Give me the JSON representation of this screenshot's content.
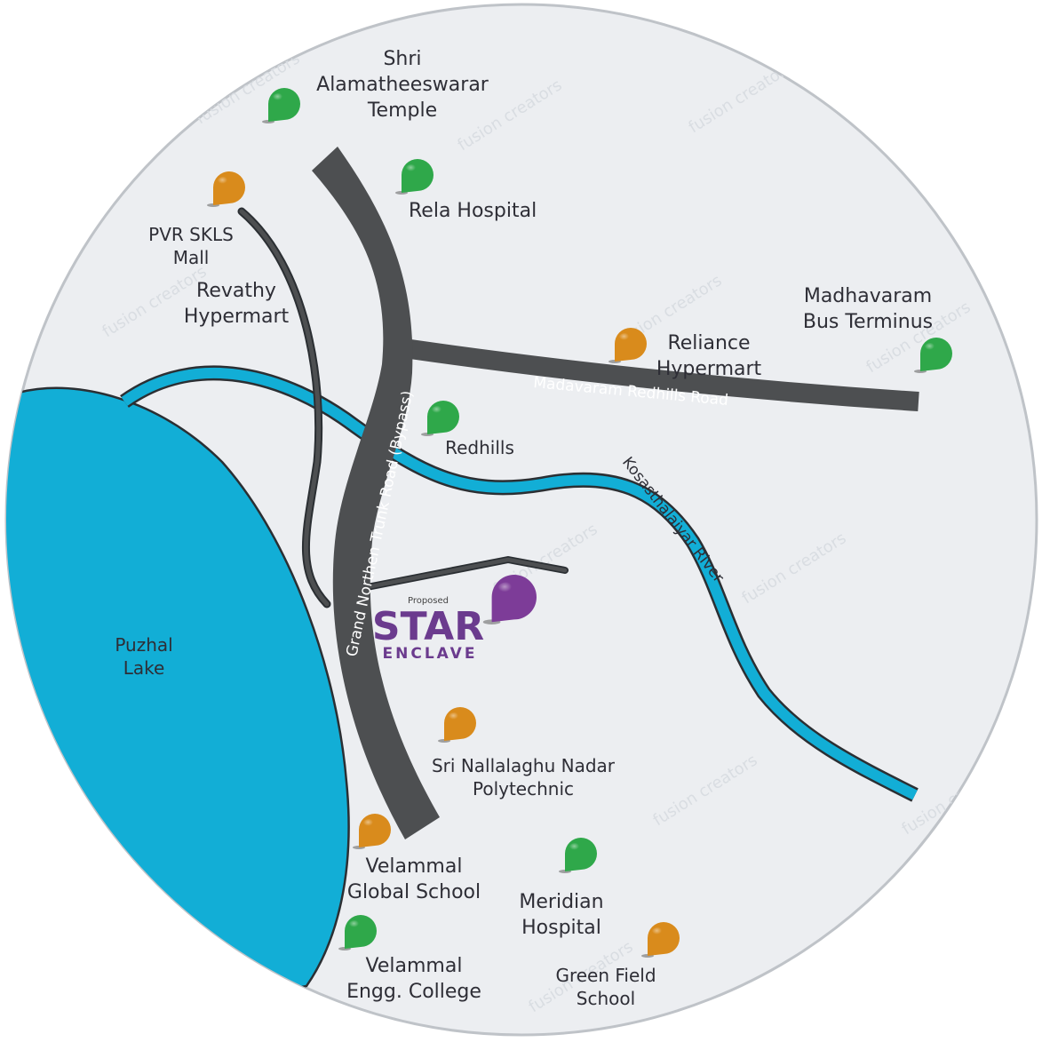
{
  "colors": {
    "background": "#eceef1",
    "circle_border": "#bfc3c8",
    "road": "#4d4f51",
    "water": "#12aed6",
    "pin_green": "#2fa84a",
    "pin_orange": "#d98b1c",
    "pin_purple": "#7d3c98",
    "brand": "#6b3b8e"
  },
  "watermark": "fusion creators",
  "roads": {
    "gnt": "Grand Northen Trunk Road (Bypass)",
    "madavaram": "Madavaram Redhills Road"
  },
  "river": "Kosasthalaiyar River",
  "lake": [
    "Puzhal",
    "Lake"
  ],
  "project": {
    "tag": "Proposed",
    "name": "STAR",
    "sub": "ENCLAVE",
    "icon": "location-pin"
  },
  "landmarks": [
    {
      "id": "temple",
      "category": "green",
      "lines": [
        "Shri",
        "Alamatheeswarar",
        "Temple"
      ]
    },
    {
      "id": "rela",
      "category": "green",
      "lines": [
        "Rela Hospital"
      ]
    },
    {
      "id": "pvr",
      "category": "orange",
      "lines": [
        "PVR SKLS",
        "Mall"
      ]
    },
    {
      "id": "revathy",
      "category": "none",
      "lines": [
        "Revathy",
        "Hypermart"
      ]
    },
    {
      "id": "madhavaram",
      "category": "green",
      "lines": [
        "Madhavaram",
        "Bus Terminus"
      ]
    },
    {
      "id": "reliance",
      "category": "orange",
      "lines": [
        "Reliance",
        "Hypermart"
      ]
    },
    {
      "id": "redhills",
      "category": "green",
      "lines": [
        "Redhills"
      ]
    },
    {
      "id": "nallalaghu",
      "category": "orange",
      "lines": [
        "Sri Nallalaghu Nadar",
        "Polytechnic"
      ]
    },
    {
      "id": "velammal-school",
      "category": "orange",
      "lines": [
        "Velammal",
        "Global School"
      ]
    },
    {
      "id": "meridian",
      "category": "green",
      "lines": [
        "Meridian",
        "Hospital"
      ]
    },
    {
      "id": "velammal-college",
      "category": "green",
      "lines": [
        "Velammal",
        "Engg. College"
      ]
    },
    {
      "id": "greenfield",
      "category": "orange",
      "lines": [
        "Green Field",
        "School"
      ]
    }
  ]
}
